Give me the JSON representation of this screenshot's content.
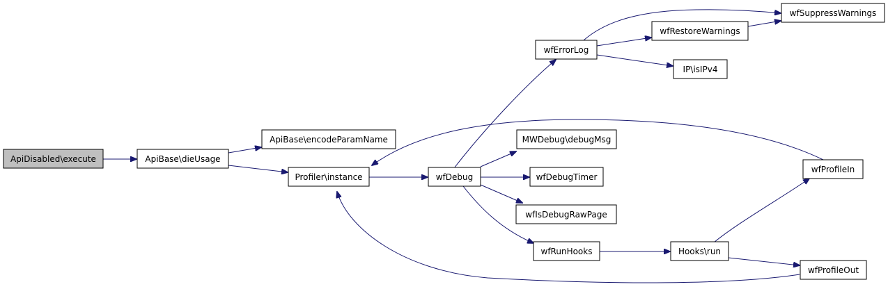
{
  "colors": {
    "edge": "#191970",
    "node_fill": "#ffffff",
    "root_fill": "#bfbfbf",
    "node_border": "#000000"
  },
  "nodes": {
    "apidisabled_execute": {
      "label": "ApiDisabled\\execute",
      "root": true
    },
    "apibase_dieusage": {
      "label": "ApiBase\\dieUsage"
    },
    "apibase_encodeparamname": {
      "label": "ApiBase\\encodeParamName"
    },
    "profiler_instance": {
      "label": "Profiler\\instance"
    },
    "wfdebug": {
      "label": "wfDebug"
    },
    "wferrorlog": {
      "label": "wfErrorLog"
    },
    "wfsuppresswarnings": {
      "label": "wfSuppressWarnings"
    },
    "wfrestorewarnings": {
      "label": "wfRestoreWarnings"
    },
    "ip_isipv4": {
      "label": "IP\\isIPv4"
    },
    "mwdebug_debugmsg": {
      "label": "MWDebug\\debugMsg"
    },
    "wfdebugtimer": {
      "label": "wfDebugTimer"
    },
    "wfisdebugrawpage": {
      "label": "wfIsDebugRawPage"
    },
    "wfrunhooks": {
      "label": "wfRunHooks"
    },
    "hooks_run": {
      "label": "Hooks\\run"
    },
    "wfprofilein": {
      "label": "wfProfileIn"
    },
    "wfprofileout": {
      "label": "wfProfileOut"
    }
  },
  "edges": [
    {
      "from": "apidisabled_execute",
      "to": "apibase_dieusage"
    },
    {
      "from": "apibase_dieusage",
      "to": "apibase_encodeparamname"
    },
    {
      "from": "apibase_dieusage",
      "to": "profiler_instance"
    },
    {
      "from": "profiler_instance",
      "to": "wfdebug"
    },
    {
      "from": "wfdebug",
      "to": "wferrorlog"
    },
    {
      "from": "wfdebug",
      "to": "mwdebug_debugmsg"
    },
    {
      "from": "wfdebug",
      "to": "wfdebugtimer"
    },
    {
      "from": "wfdebug",
      "to": "wfisdebugrawpage"
    },
    {
      "from": "wfdebug",
      "to": "wfrunhooks"
    },
    {
      "from": "wferrorlog",
      "to": "wfsuppresswarnings"
    },
    {
      "from": "wferrorlog",
      "to": "wfrestorewarnings"
    },
    {
      "from": "wferrorlog",
      "to": "ip_isipv4"
    },
    {
      "from": "wfrestorewarnings",
      "to": "wfsuppresswarnings"
    },
    {
      "from": "wfrunhooks",
      "to": "hooks_run"
    },
    {
      "from": "hooks_run",
      "to": "wfprofilein"
    },
    {
      "from": "hooks_run",
      "to": "wfprofileout"
    },
    {
      "from": "wfprofilein",
      "to": "profiler_instance"
    },
    {
      "from": "wfprofileout",
      "to": "profiler_instance"
    }
  ]
}
